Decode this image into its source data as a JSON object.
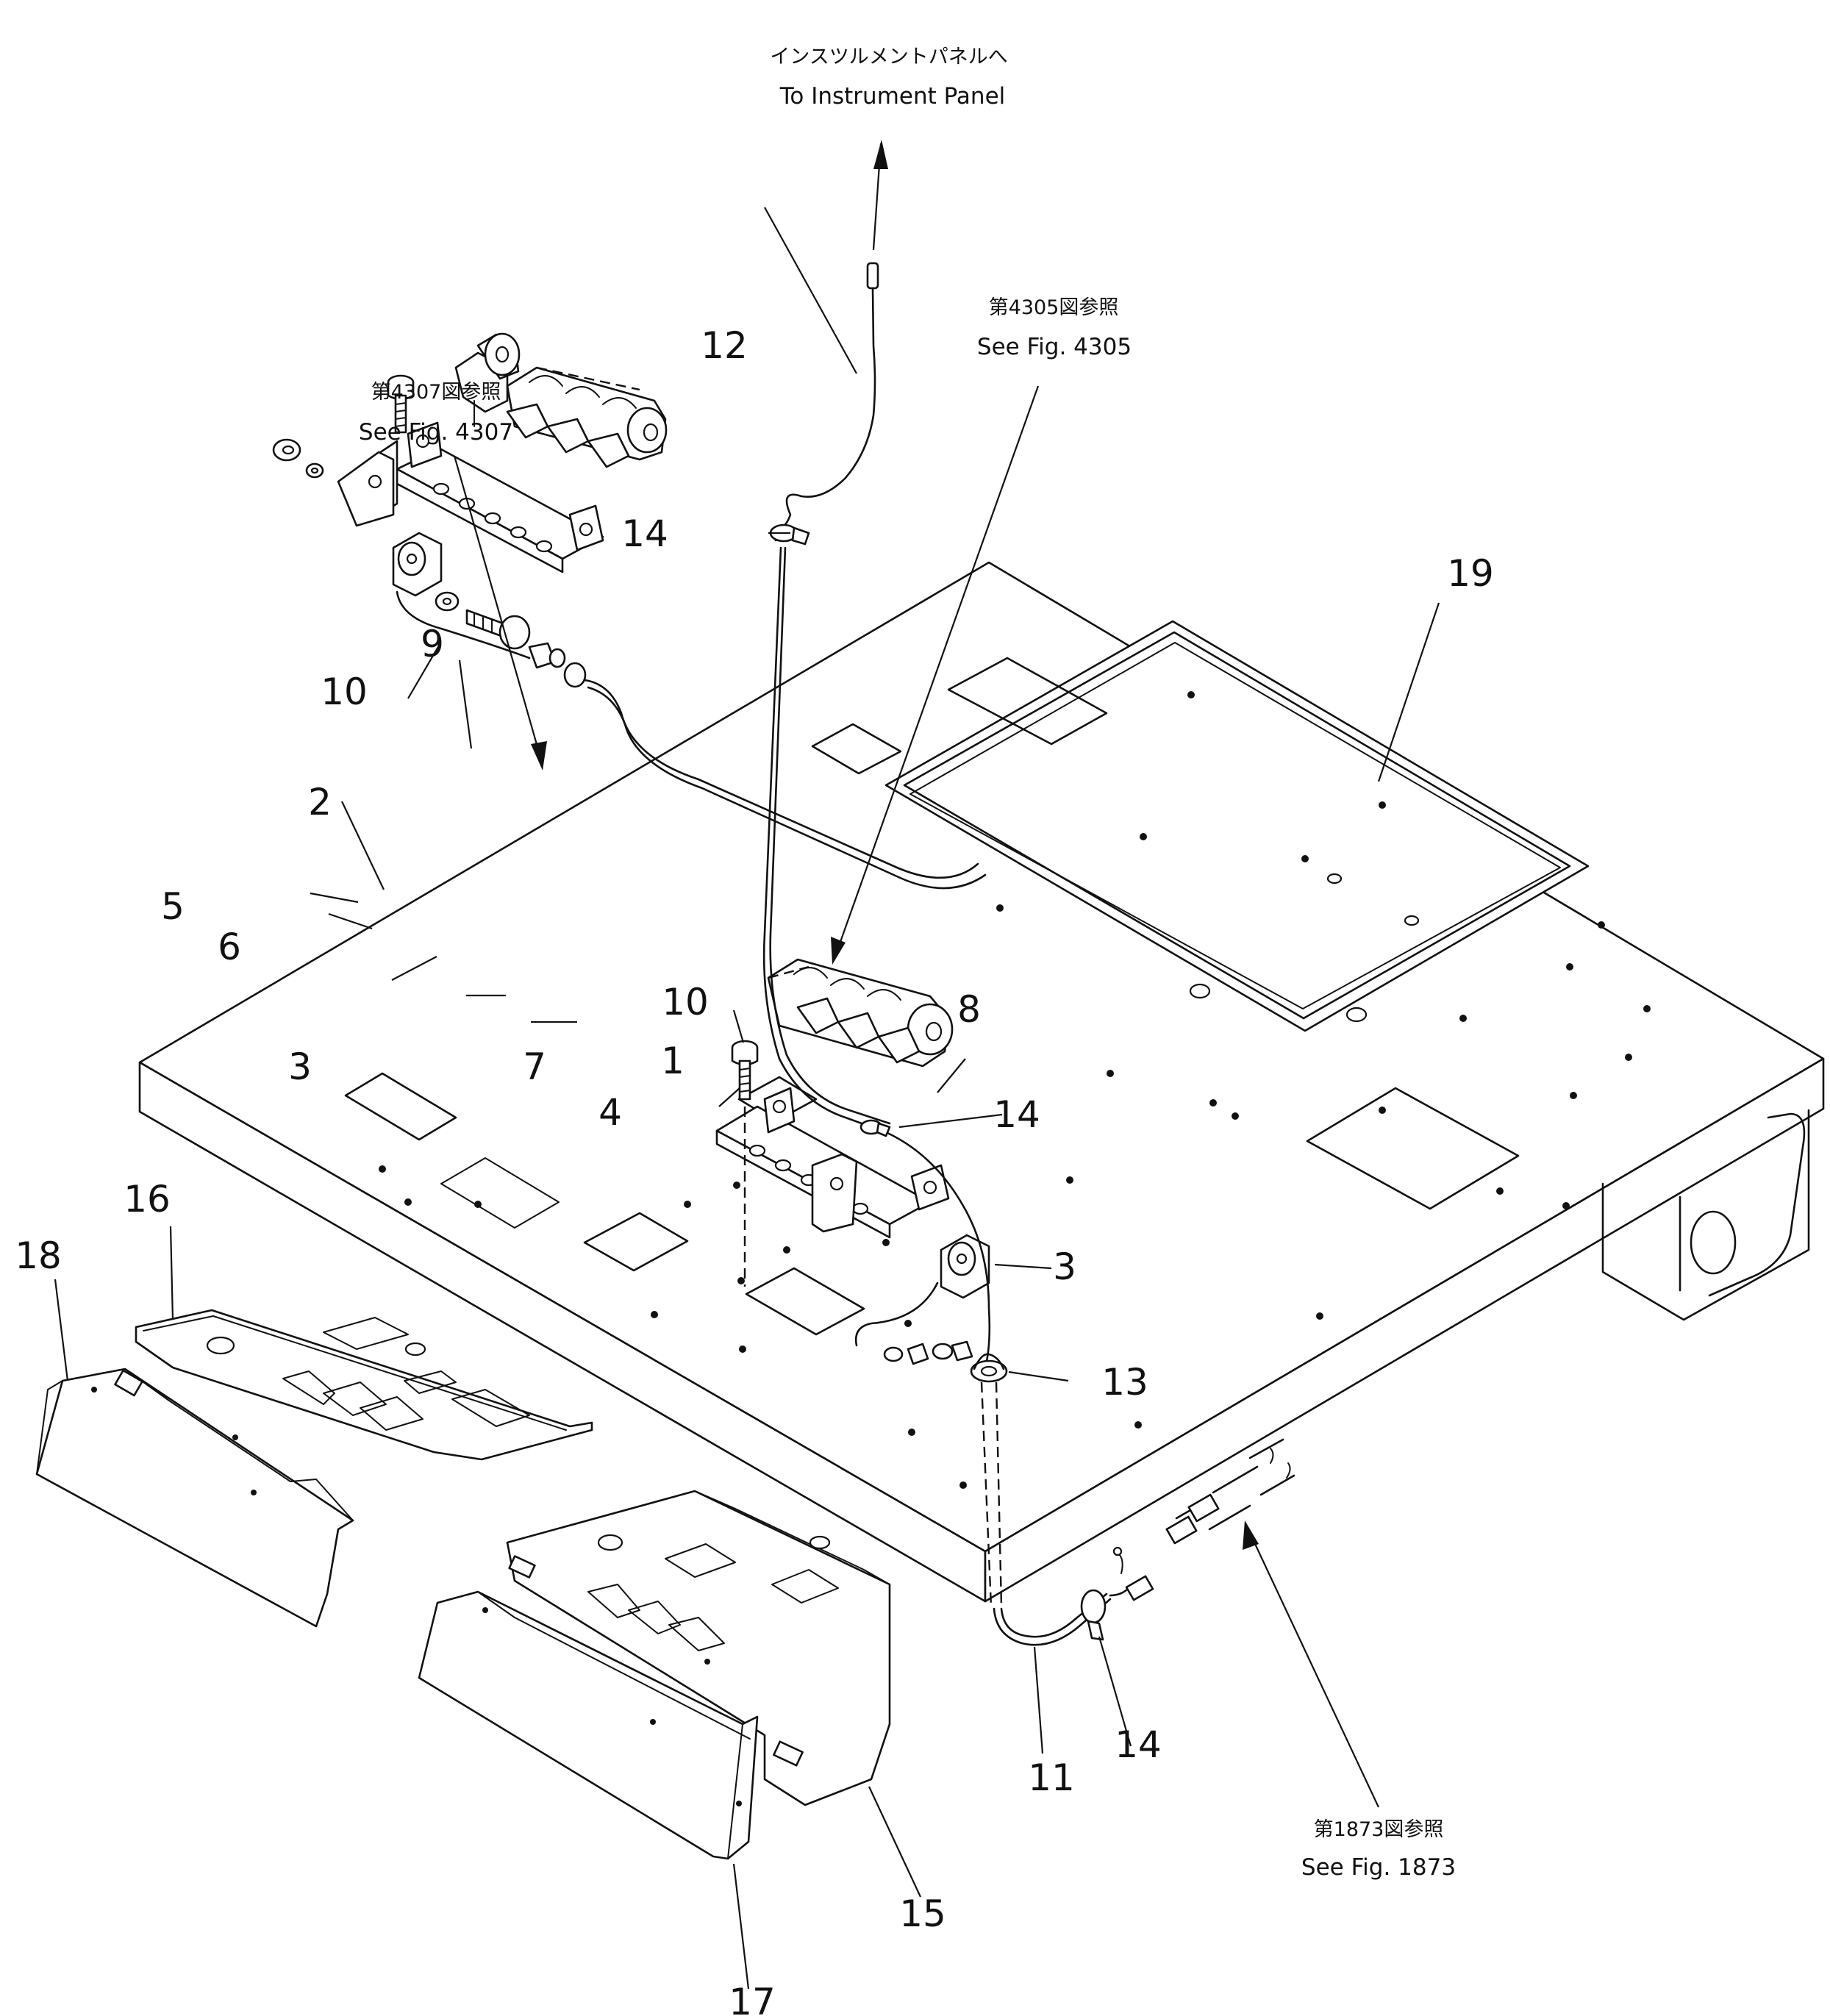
{
  "captions": {
    "instrument_panel_jp": "インスツルメントパネルへ",
    "instrument_panel_en": "To Instrument Panel",
    "fig4305_jp": "第4305図参照",
    "fig4305_en": "See Fig. 4305",
    "fig4307_jp": "第4307図参照",
    "fig4307_en": "See Fig. 4307",
    "fig1873_jp": "第1873図参照",
    "fig1873_en": "See Fig. 1873"
  },
  "part_numbers": {
    "p1": "1",
    "p2": "2",
    "p3a": "3",
    "p3b": "3",
    "p4": "4",
    "p5": "5",
    "p6": "6",
    "p7": "7",
    "p8": "8",
    "p9": "9",
    "p10a": "10",
    "p10b": "10",
    "p11": "11",
    "p12": "12",
    "p13": "13",
    "p14a": "14",
    "p14b": "14",
    "p14c": "14",
    "p15": "15",
    "p16": "16",
    "p17": "17",
    "p18": "18",
    "p19": "19"
  }
}
